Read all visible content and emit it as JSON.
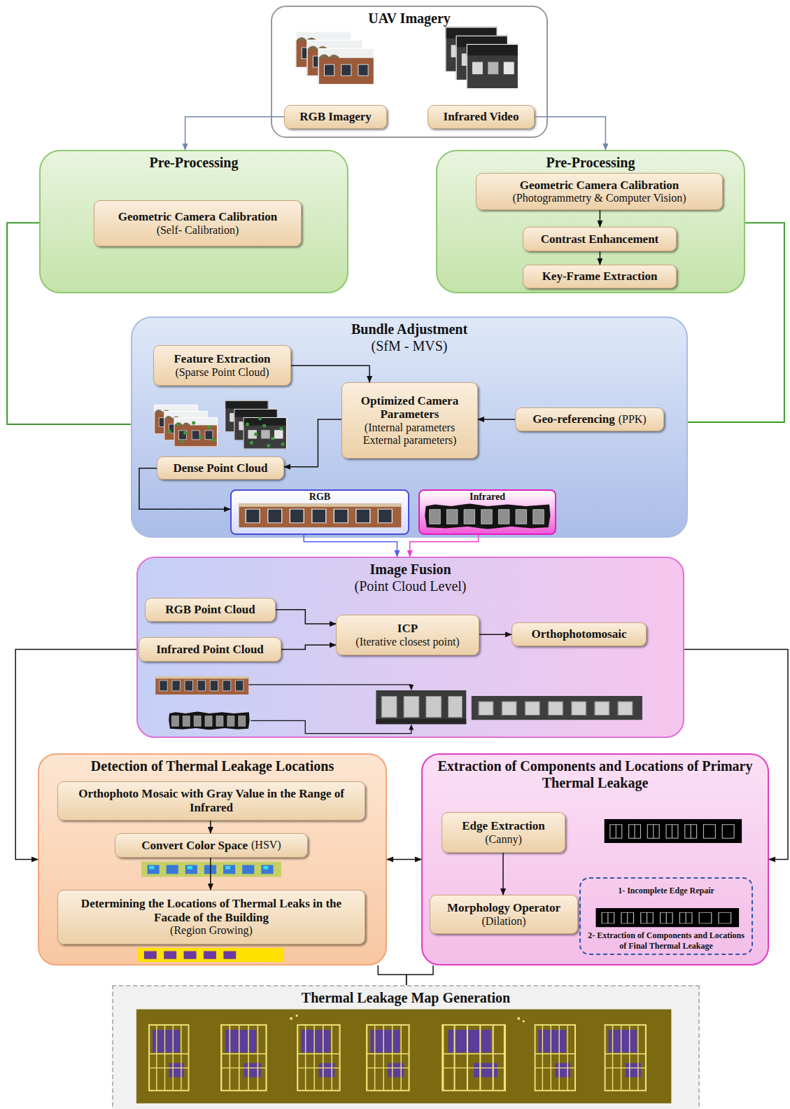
{
  "diagram": {
    "nodes": [
      {
        "text": [
          "UAV Imagery"
        ]
      },
      {
        "text": [
          "RGB Imagery"
        ],
        "in": 0
      },
      {
        "text": [
          "Infrared Video"
        ],
        "in": 0
      },
      {
        "text": [
          "Pre-Processing"
        ]
      },
      {
        "text": [
          "Geometric Camera Calibration",
          "(Self- Calibration)"
        ],
        "in": 3
      },
      {
        "text": [
          "Pre-Processing"
        ]
      },
      {
        "text": [
          "Geometric Camera Calibration",
          "(Photogrammetry & Computer Vision)"
        ],
        "in": 5
      },
      {
        "text": [
          "Contrast Enhancement"
        ],
        "in": 5
      },
      {
        "text": [
          "Key-Frame Extraction"
        ],
        "in": 5
      },
      {
        "text": [
          "Bundle Adjustment",
          "(SfM - MVS)"
        ]
      },
      {
        "text": [
          "Feature Extraction",
          "(Sparse Point Cloud)"
        ],
        "in": 9
      },
      {
        "text": [
          "Optimized Camera Parameters",
          "(Internal parameters External parameters)"
        ],
        "in": 9
      },
      {
        "text": [
          "Geo-referencing",
          "(PPK)"
        ],
        "in": 9
      },
      {
        "text": [
          "Dense Point Cloud"
        ],
        "in": 9
      },
      {
        "text": [
          "RGB"
        ],
        "in": 9
      },
      {
        "text": [
          "Infrared"
        ],
        "in": 9
      },
      {
        "text": [
          "Image Fusion",
          "(Point Cloud Level)"
        ]
      },
      {
        "text": [
          "RGB Point Cloud"
        ],
        "in": 16
      },
      {
        "text": [
          "Infrared Point Cloud"
        ],
        "in": 16
      },
      {
        "text": [
          "ICP",
          "(Iterative closest point)"
        ],
        "in": 16
      },
      {
        "text": [
          "Orthophotomosaic"
        ],
        "in": 16
      },
      {
        "text": [
          "Detection of Thermal Leakage Locations"
        ]
      },
      {
        "text": [
          "Orthophoto Mosaic with Gray Value in the Range of Infrared"
        ],
        "in": 21
      },
      {
        "text": [
          "Convert Color Space",
          "(HSV)"
        ],
        "in": 21
      },
      {
        "text": [
          "Determining the Locations of Thermal Leaks in the Facade of the Building",
          "(Region Growing)"
        ],
        "in": 21
      },
      {
        "text": [
          "Extraction of Components and Locations of Primary Thermal Leakage"
        ]
      },
      {
        "text": [
          "Edge Extraction",
          "(Canny)"
        ],
        "in": 25
      },
      {
        "text": [
          "Morphology Operator",
          "(Dilation)"
        ],
        "in": 25
      },
      {
        "text": [
          "1- Incomplete Edge Repair",
          "2- Extraction of Components and Locations of Final Thermal Leakage"
        ],
        "in": 25
      },
      {
        "text": [
          "Thermal Leakage Map Generation"
        ]
      }
    ],
    "edges": [
      {
        "from": 1,
        "to": 3,
        "arrow": "to"
      },
      {
        "from": 2,
        "to": 5,
        "arrow": "to"
      },
      {
        "from": 6,
        "to": 7,
        "arrow": "to"
      },
      {
        "from": 7,
        "to": 8,
        "arrow": "to"
      },
      {
        "from": 3,
        "to": 9,
        "arrow": "none"
      },
      {
        "from": 5,
        "to": 9,
        "arrow": "none"
      },
      {
        "from": 10,
        "to": 11,
        "arrow": "to"
      },
      {
        "from": 12,
        "to": 11,
        "arrow": "to"
      },
      {
        "from": 11,
        "to": 13,
        "arrow": "to"
      },
      {
        "from": 13,
        "to": 14,
        "arrow": "to"
      },
      {
        "from": 14,
        "to": 16,
        "arrow": "to"
      },
      {
        "from": 15,
        "to": 16,
        "arrow": "to"
      },
      {
        "from": 17,
        "to": 19,
        "arrow": "to"
      },
      {
        "from": 18,
        "to": 19,
        "arrow": "to"
      },
      {
        "from": 19,
        "to": 20,
        "arrow": "to"
      },
      {
        "from": 16,
        "to": 21,
        "arrow": "to"
      },
      {
        "from": 16,
        "to": 25,
        "arrow": "to"
      },
      {
        "from": 22,
        "to": 23,
        "arrow": "to"
      },
      {
        "from": 23,
        "to": 24,
        "arrow": "to"
      },
      {
        "from": 21,
        "to": 25,
        "arrow": "both"
      },
      {
        "from": 26,
        "to": 27,
        "arrow": "to"
      },
      {
        "from": 21,
        "to": 29,
        "arrow": "none"
      },
      {
        "from": 25,
        "to": 29,
        "arrow": "none"
      }
    ]
  }
}
